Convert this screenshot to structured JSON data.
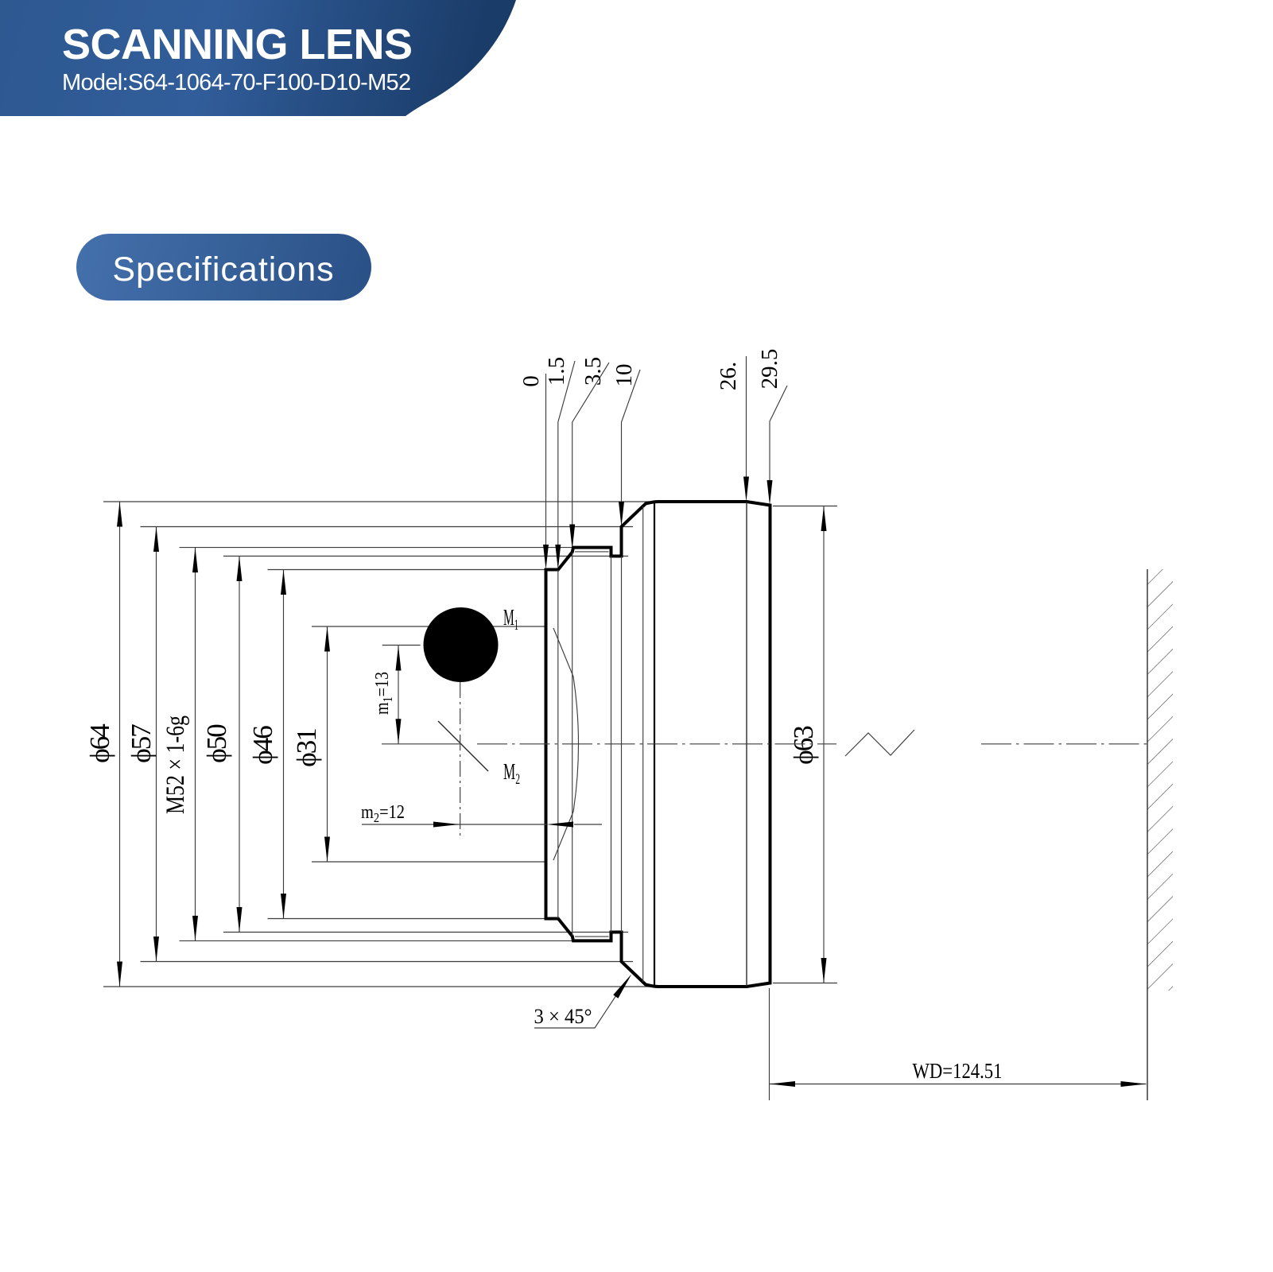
{
  "banner": {
    "title": "SCANNING LENS",
    "model": "Model:S64-1064-70-F100-D10-M52"
  },
  "specifications_button": {
    "label": "Specifications"
  },
  "colors": {
    "banner_gradient_start": "#2d5890",
    "banner_gradient_mid": "#315d9a",
    "banner_gradient_end": "#1a3c69",
    "button_gradient_start": "#4470ac",
    "button_gradient_end": "#2a5186",
    "line_color": "#000000"
  },
  "drawing": {
    "radial_dims": {
      "phi64": "ϕ64",
      "phi57": "ϕ57",
      "thread": "M52 × 1-6g",
      "phi50": "ϕ50",
      "phi46": "ϕ46",
      "phi31": "ϕ31",
      "phi63": "ϕ63"
    },
    "axial_dims": {
      "d0": "0",
      "d1_5": "1.5",
      "d3_5": "3.5",
      "d10": "10",
      "d26": "26.",
      "d29_5": "29.5"
    },
    "mirror1_label": {
      "base": "M",
      "sub": "1"
    },
    "mirror2_label": {
      "base": "M",
      "sub": "2"
    },
    "m1_dim": {
      "base": "m",
      "sub": "1",
      "rest": "=13"
    },
    "m2_dim": {
      "base": "m",
      "sub": "2",
      "rest": "=12"
    },
    "chamfer_note": "3 × 45°",
    "working_distance": "WD=124.51"
  }
}
